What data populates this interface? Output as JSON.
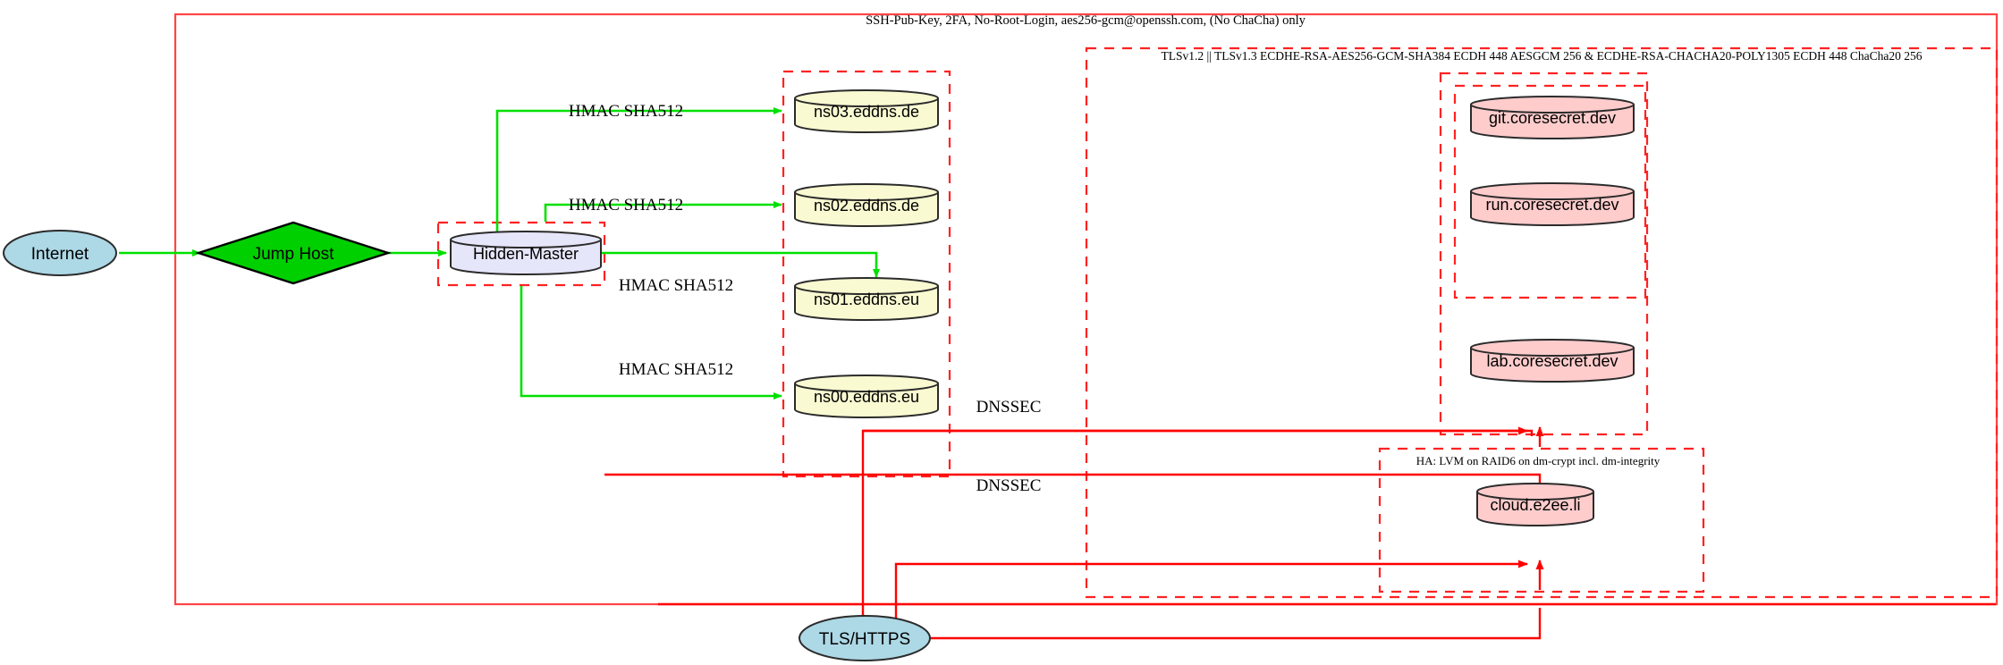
{
  "diagram": {
    "title": "Secure DNS and hosting infrastructure topology",
    "colors": {
      "edge_green": "#00e000",
      "edge_red": "#ff0000",
      "cluster_red": "#ff0000",
      "node_blue_fill": "#add8e6",
      "node_green_fill": "#00d000",
      "node_lavender_fill": "#e6e6fa",
      "node_yellow_fill": "#fafad2",
      "node_pink_fill": "#ffcccc",
      "stroke_dark": "#2b2b2b"
    },
    "clusters": [
      {
        "id": "ssh-cluster",
        "label": "SSH-Pub-Key, 2FA, No-Root-Login, aes256-gcm@openssh.com, (No ChaCha) only",
        "style": "solid"
      },
      {
        "id": "tls-cluster",
        "label": "TLSv1.2 || TLSv1.3 ECDHE-RSA-AES256-GCM-SHA384 ECDH 448 AESGCM 256 & ECDHE-RSA-CHACHA20-POLY1305 ECDH 448 ChaCha20 256",
        "style": "dashed"
      },
      {
        "id": "ha-cluster",
        "label": "HA: LVM on RAID6 on dm-crypt incl. dm-integrity",
        "style": "dashed"
      },
      {
        "id": "hidden-master-cluster",
        "label": "",
        "style": "dashed"
      },
      {
        "id": "nameserver-cluster",
        "label": "",
        "style": "dashed"
      },
      {
        "id": "coresecret-cluster",
        "label": "",
        "style": "dashed"
      },
      {
        "id": "coresecret-inner-cluster",
        "label": "",
        "style": "dashed"
      }
    ],
    "nodes": [
      {
        "id": "internet",
        "label": "Internet",
        "shape": "ellipse",
        "fill": "#add8e6"
      },
      {
        "id": "jump-host",
        "label": "Jump Host",
        "shape": "diamond",
        "fill": "#00d000"
      },
      {
        "id": "hidden-master",
        "label": "Hidden-Master",
        "shape": "cylinder",
        "fill": "#e6e6fa"
      },
      {
        "id": "ns03",
        "label": "ns03.eddns.de",
        "shape": "cylinder",
        "fill": "#fafad2"
      },
      {
        "id": "ns02",
        "label": "ns02.eddns.de",
        "shape": "cylinder",
        "fill": "#fafad2"
      },
      {
        "id": "ns01",
        "label": "ns01.eddns.eu",
        "shape": "cylinder",
        "fill": "#fafad2"
      },
      {
        "id": "ns00",
        "label": "ns00.eddns.eu",
        "shape": "cylinder",
        "fill": "#fafad2"
      },
      {
        "id": "git",
        "label": "git.coresecret.dev",
        "shape": "cylinder",
        "fill": "#ffcccc"
      },
      {
        "id": "run",
        "label": "run.coresecret.dev",
        "shape": "cylinder",
        "fill": "#ffcccc"
      },
      {
        "id": "lab",
        "label": "lab.coresecret.dev",
        "shape": "cylinder",
        "fill": "#ffcccc"
      },
      {
        "id": "cloud",
        "label": "cloud.e2ee.li",
        "shape": "cylinder",
        "fill": "#ffcccc"
      },
      {
        "id": "tls-https",
        "label": "TLS/HTTPS",
        "shape": "ellipse",
        "fill": "#add8e6"
      }
    ],
    "edge_labels": {
      "hmac_ns03": "HMAC SHA512",
      "hmac_ns02": "HMAC SHA512",
      "hmac_ns01": "HMAC SHA512",
      "hmac_ns00": "HMAC SHA512",
      "dnssec_upper": "DNSSEC",
      "dnssec_lower": "DNSSEC"
    },
    "edges": [
      {
        "from": "internet",
        "to": "jump-host",
        "color": "#00e000",
        "label": ""
      },
      {
        "from": "jump-host",
        "to": "hidden-master",
        "color": "#00e000",
        "label": ""
      },
      {
        "from": "hidden-master",
        "to": "ns03",
        "color": "#00e000",
        "label": "HMAC SHA512"
      },
      {
        "from": "hidden-master",
        "to": "ns02",
        "color": "#00e000",
        "label": "HMAC SHA512"
      },
      {
        "from": "hidden-master",
        "to": "ns01",
        "color": "#00e000",
        "label": "HMAC SHA512"
      },
      {
        "from": "hidden-master",
        "to": "ns00",
        "color": "#00e000",
        "label": "HMAC SHA512"
      },
      {
        "from": "tls-https",
        "to": "coresecret-cluster",
        "color": "#ff0000",
        "label": "DNSSEC"
      },
      {
        "from": "tls-https",
        "to": "ha-cluster",
        "color": "#ff0000",
        "label": "DNSSEC"
      }
    ]
  }
}
